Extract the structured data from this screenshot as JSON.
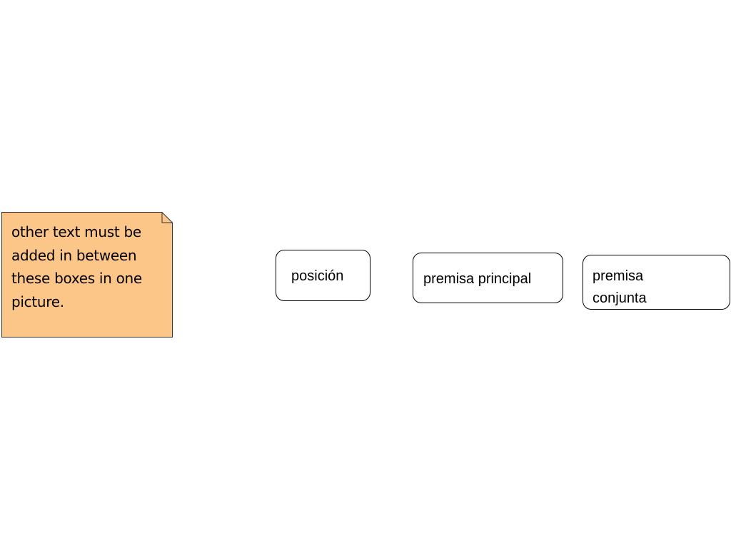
{
  "note": {
    "text": "other text must be added in between these boxes in one picture.",
    "fill": "#fdc689"
  },
  "boxes": [
    {
      "label": "posición"
    },
    {
      "label": "premisa principal"
    },
    {
      "label": "premisa conjunta"
    }
  ]
}
